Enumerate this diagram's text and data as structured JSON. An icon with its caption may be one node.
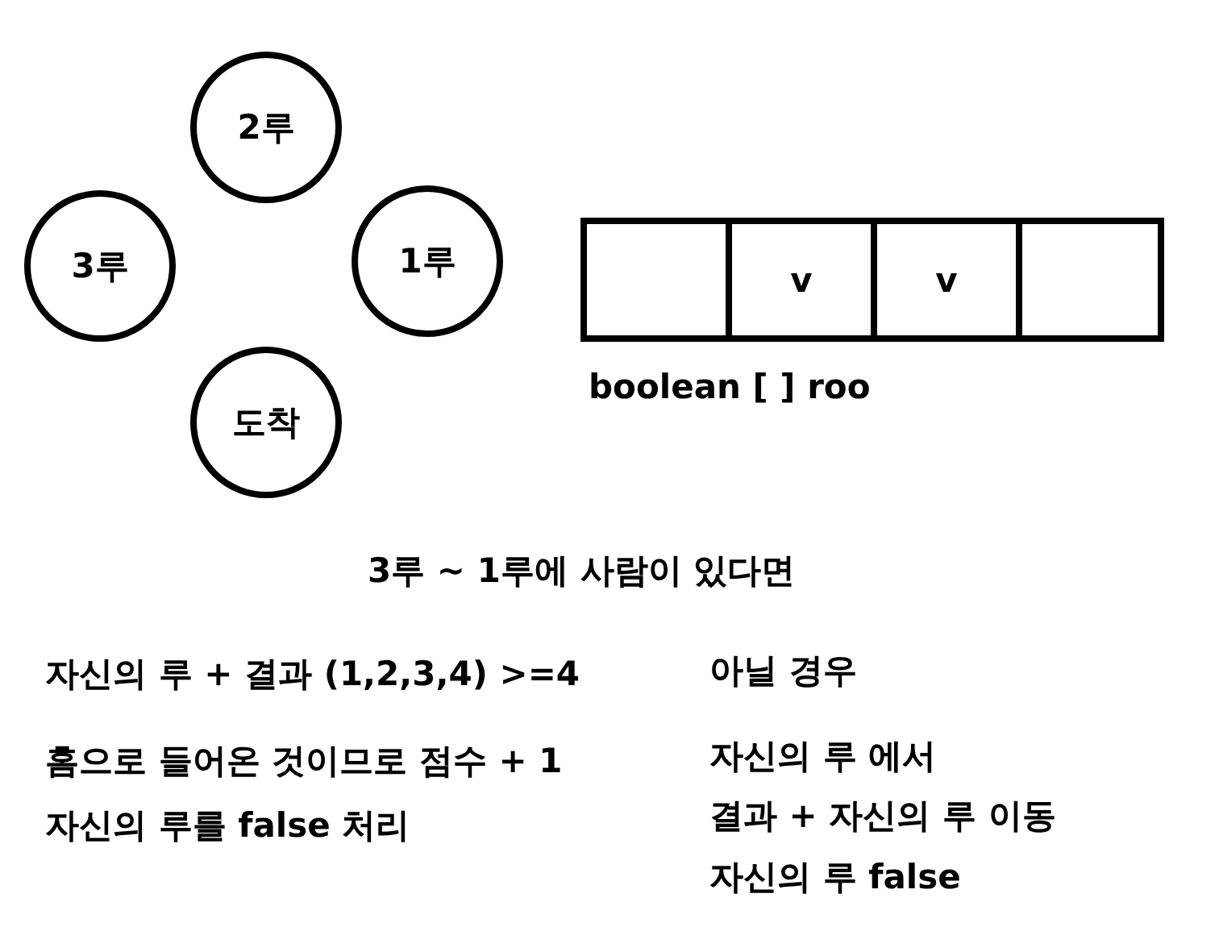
{
  "diagram": {
    "nodes": [
      {
        "text": [
          "2루"
        ]
      },
      {
        "text": [
          "3루"
        ]
      },
      {
        "text": [
          "1루"
        ]
      },
      {
        "text": [
          "도착"
        ]
      },
      {
        "text": [],
        "shape": "box"
      },
      {
        "text": [
          "v"
        ]
      },
      {
        "text": [
          "v"
        ]
      },
      {
        "text": [],
        "shape": "box"
      }
    ],
    "edges": [],
    "labels": [
      "boolean [ ] roo",
      "3루 ~ 1루에 사람이 있다면",
      "자신의 루 + 결과 (1,2,3,4) >=4",
      "아닐 경우",
      "홈으로 들어온 것이므로 점수 + 1",
      "자신의 루를 false 처리",
      "자신의 루 에서",
      "결과 + 자신의 루 이동",
      "자신의 루 false"
    ]
  }
}
